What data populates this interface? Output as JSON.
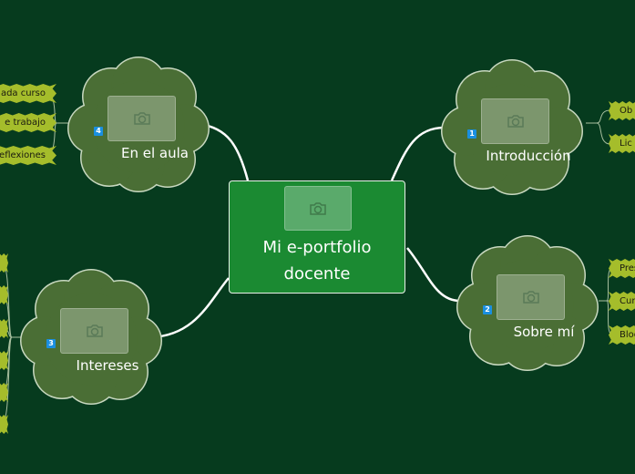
{
  "central": {
    "title_line1": "Mi e-portfolio",
    "title_line2": "docente"
  },
  "topics": [
    {
      "id": "introduccion",
      "label": "Introducción",
      "badge": "1",
      "leaves": [
        "Ob",
        "Lic"
      ]
    },
    {
      "id": "sobre-mi",
      "label": "Sobre mí",
      "badge": "2",
      "leaves": [
        "Pres",
        "Cur",
        "Blog"
      ]
    },
    {
      "id": "intereses",
      "label": "Intereses",
      "badge": "3",
      "leaves": [
        "",
        "",
        "",
        "",
        "",
        ""
      ]
    },
    {
      "id": "en-el-aula",
      "label": "En el aula",
      "badge": "4",
      "leaves": [
        "ada curso",
        "e trabajo",
        "reflexiones"
      ]
    }
  ],
  "colors": {
    "background": "#063b1e",
    "central": "#1b8a32",
    "cloud": "#4a6e35",
    "leaf": "#a5bd2b",
    "badge": "#1a8fe0"
  }
}
